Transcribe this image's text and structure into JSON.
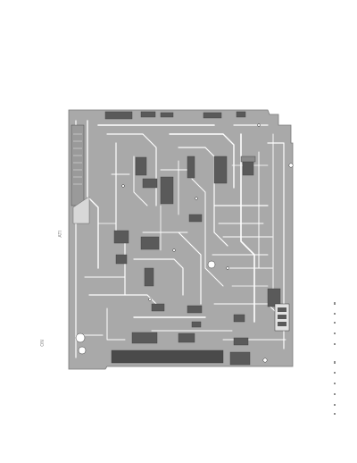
{
  "document": {
    "kind": "pcb-layout",
    "board_color": "#a9a9a9",
    "trace_color": "#ffffff",
    "pad_color": "#5a5a5a",
    "ink_color": "#3a3a3a"
  },
  "labels": {
    "left_margin": "ATI",
    "bottom_left": "ON"
  }
}
